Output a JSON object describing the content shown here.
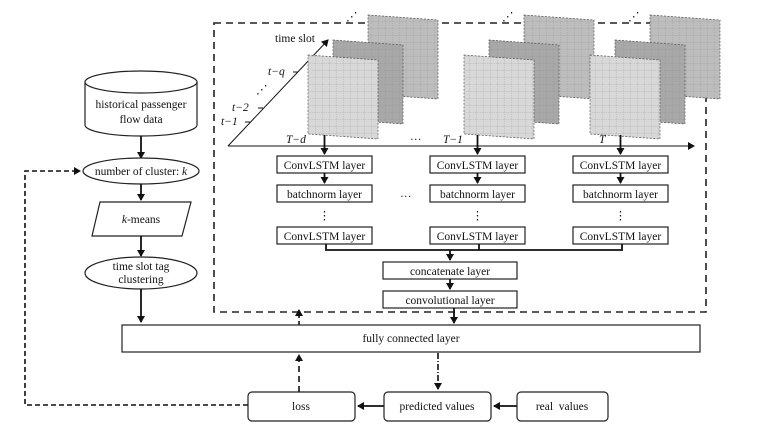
{
  "left_flow": {
    "database": [
      "historical passenger",
      "flow data"
    ],
    "cluster_number": {
      "prefix": "number of cluster: ",
      "var": "k"
    },
    "kmeans": {
      "var": "k",
      "suffix": "-means"
    },
    "tag_clustering": [
      "time slot tag",
      "clustering"
    ]
  },
  "axis": {
    "time_label": "time slot",
    "ticks": [
      "t−q",
      "⋰",
      "t−2",
      "t−1"
    ],
    "groups": [
      "T−d",
      "T−1",
      "T"
    ],
    "ellipsis": "…",
    "stack_ellipsis": "⋰"
  },
  "columns": [
    {
      "layers": [
        "ConvLSTM layer",
        "batchnorm layer",
        "⋮",
        "ConvLSTM layer"
      ]
    },
    {
      "layers": [
        "ConvLSTM layer",
        "batchnorm layer",
        "⋮",
        "ConvLSTM layer"
      ]
    },
    {
      "layers": [
        "ConvLSTM layer",
        "batchnorm layer",
        "⋮",
        "ConvLSTM layer"
      ]
    }
  ],
  "column_gap_ellipsis": "…",
  "merge": {
    "concat": "concatenate layer",
    "conv": "convolutional layer"
  },
  "fc": "fully connected layer",
  "bottom": {
    "loss": "loss",
    "predicted": "predicted values",
    "real": "real  values"
  },
  "colors": {
    "line": "#222222",
    "grid_light": "#d8d8d8",
    "grid_mid": "#bdbdbd",
    "grid_dark": "#a8a8a8"
  }
}
